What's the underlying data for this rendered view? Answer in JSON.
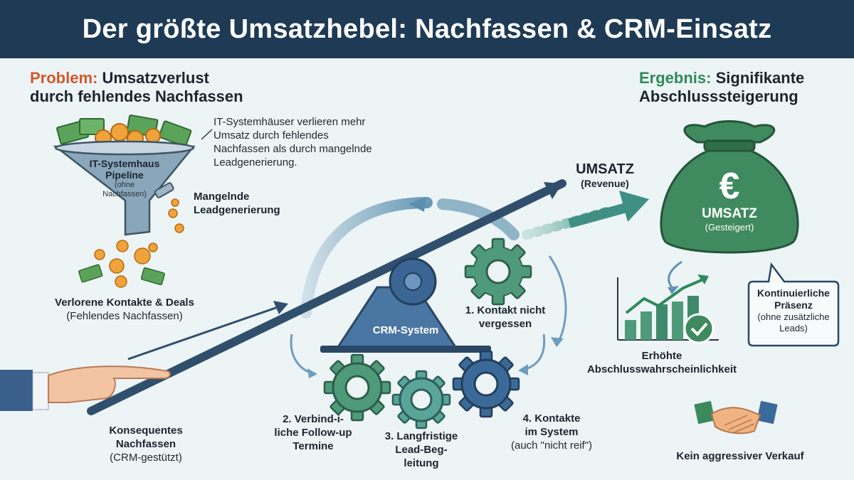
{
  "header": {
    "title": "Der größte Umsatzhebel: Nachfassen & CRM-Einsatz"
  },
  "problem": {
    "prefix": "Problem:",
    "title_rest": "Umsatzverlust",
    "title_line2": "durch fehlendes Nachfassen",
    "description": [
      "IT-Systemhäuser verlieren mehr",
      "Umsatz durch fehlendes",
      "Nachfassen als durch mangelnde",
      "Leadgenerierung."
    ],
    "funnel_label": [
      "IT-Systemhaus",
      "Pipeline"
    ],
    "funnel_sub": [
      "(ohne",
      "Nachfassen)"
    ],
    "leak_label": [
      "Mangelnde",
      "Leadgenerierung"
    ],
    "lost_title": "Verlorene Kontakte & Deals",
    "lost_sub": "(Fehlendes Nachfassen)"
  },
  "lever": {
    "crm_label": "CRM-System",
    "push_title": [
      "Konsequentes",
      "Nachfassen"
    ],
    "push_sub": "(CRM-gestützt)",
    "umsatz_title": "UMSATZ",
    "umsatz_sub": "(Revenue)"
  },
  "gears": {
    "g1": [
      "1. Kontakt nicht",
      "vergessen"
    ],
    "g2": [
      "2. Verbind-i-",
      "liche Follow-up",
      "Termine"
    ],
    "g3": [
      "3. Langfristige",
      "Lead-Beg-",
      "leitung"
    ],
    "g4_title": [
      "4. Kontakte",
      "im System"
    ],
    "g4_sub": "(auch \"nicht reif\")"
  },
  "result": {
    "prefix": "Ergebnis:",
    "title_rest": "Signifikante",
    "title_line2": "Abschlusssteigerung",
    "bag_symbol": "€",
    "bag_title": "UMSATZ",
    "bag_sub": "(Gesteigert)",
    "bubble_title": [
      "Kontinuierliche",
      "Präsenz"
    ],
    "bubble_sub": [
      "(ohne zusätzliche",
      "Leads)"
    ],
    "chart_label": [
      "Erhöhte",
      "Abschlusswahrscheinlichkeit"
    ],
    "handshake_label": "Kein aggressiver Verkauf"
  },
  "colors": {
    "header": "#1e3a55",
    "background": "#edf4f6",
    "problem_accent": "#d2582b",
    "result_accent": "#2e8a5a",
    "crm_blue": "#466f9c",
    "gear_green": "#4f9a7a",
    "gear_blue": "#3c6a98",
    "arrow_teal": "#4a9a8e"
  }
}
